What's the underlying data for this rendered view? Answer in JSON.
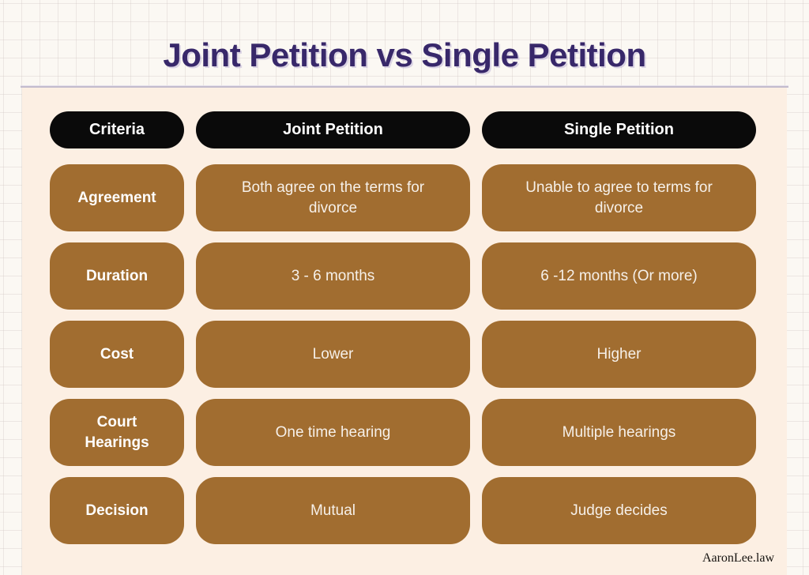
{
  "title": "Joint Petition vs Single Petition",
  "watermark": "AaronLee.law",
  "chart_data": {
    "type": "table",
    "title": "Joint Petition vs Single Petition",
    "columns": [
      "Criteria",
      "Joint Petition",
      "Single Petition"
    ],
    "rows": [
      [
        "Agreement",
        "Both agree on the terms for divorce",
        "Unable to agree to terms for divorce"
      ],
      [
        "Duration",
        "3 - 6 months",
        "6 -12 months (Or more)"
      ],
      [
        "Cost",
        "Lower",
        "Higher"
      ],
      [
        "Court Hearings",
        "One time hearing",
        "Multiple hearings"
      ],
      [
        "Decision",
        "Mutual",
        "Judge decides"
      ]
    ],
    "layout_hints": {
      "header_style": "black pill",
      "cell_style": "brown rounded rectangle",
      "grid_background": true
    }
  },
  "colors": {
    "page_bg": "#fbf8f3",
    "panel_bg": "#fcefe3",
    "cell_brown": "#a16d30",
    "header_pill_black": "#0a0a0a",
    "title_purple": "#38286a",
    "divider": "#c3bccd",
    "cell_text": "#f6f0e9"
  }
}
